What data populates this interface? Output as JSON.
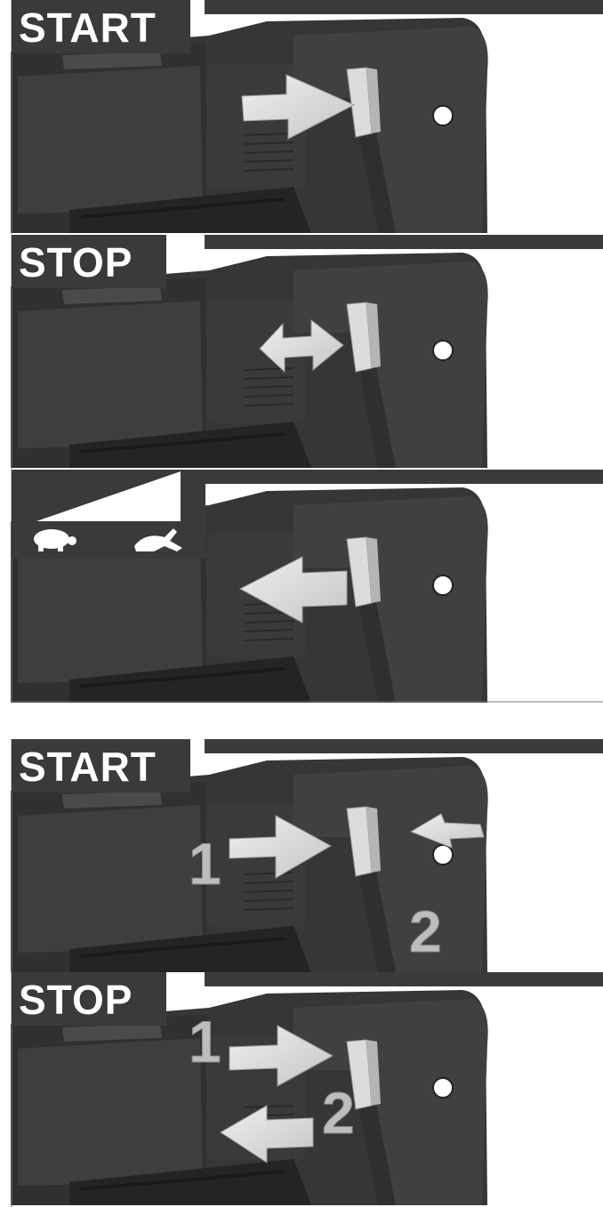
{
  "panels": [
    {
      "label": "START"
    },
    {
      "label": "STOP"
    },
    {
      "label": "",
      "speed_icons": [
        "tortoise-icon",
        "hare-icon"
      ]
    },
    {
      "label": "START",
      "steps": [
        "1",
        "2"
      ]
    },
    {
      "label": "STOP",
      "steps": [
        "1",
        "2"
      ]
    }
  ],
  "colors": {
    "tool_body": "#3c3c3c",
    "tool_dark": "#262626",
    "arrow": "#d9d9d9",
    "label_bg": "#3a3a3a"
  }
}
